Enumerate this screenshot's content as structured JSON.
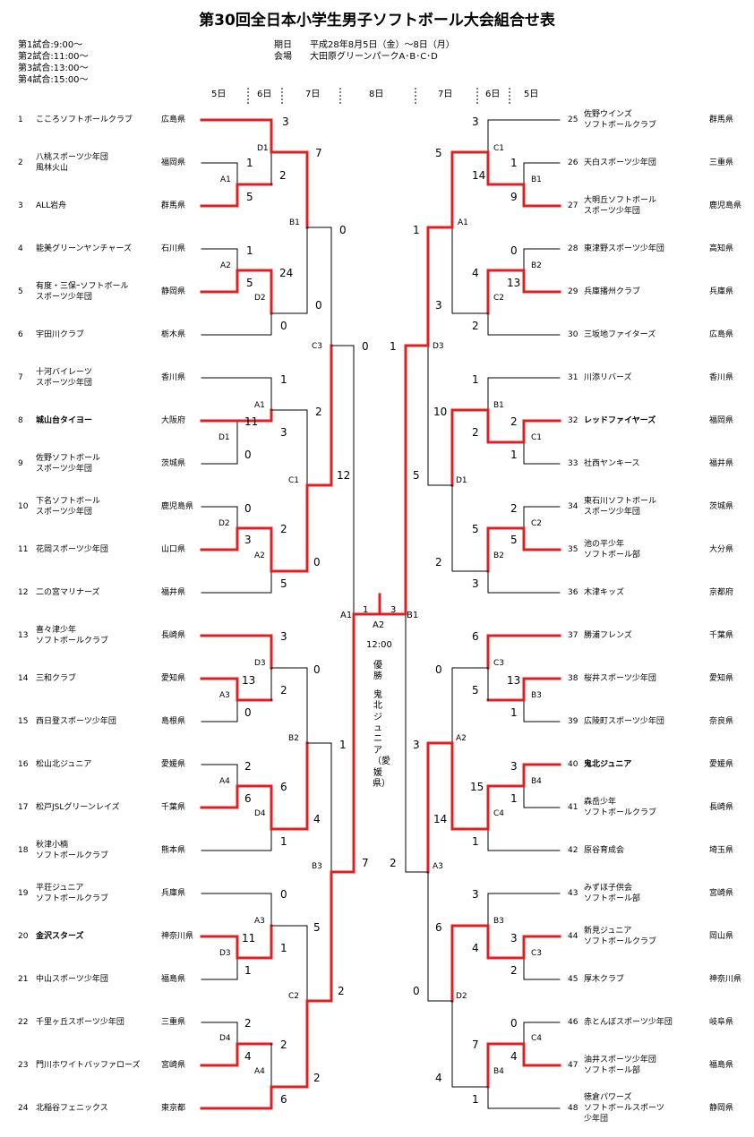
{
  "title": "第30回全日本小学生男子ソフトボール大会組合せ表",
  "schedule": [
    "第1試合:9:00～",
    "第2試合:11:00～",
    "第3試合:13:00～",
    "第4試合:15:00～"
  ],
  "period_label": "期日",
  "period_value": "平成28年8月5日（金）～8日（月）",
  "venue_label": "会場",
  "venue_value": "大田原グリーンパークA･B･C･D",
  "days": {
    "d5": "5日",
    "d6": "6日",
    "d7": "7日",
    "d8": "8日"
  },
  "final": {
    "time": "12:00",
    "win_label": "優勝",
    "win_team": "鬼北ジュニア（愛媛県）",
    "court": "A2",
    "score_left": "1",
    "score_right": "3",
    "left_court": "A1",
    "right_court": "B1"
  },
  "left_teams": [
    {
      "no": "1",
      "name": [
        "こころソフトボールクラブ"
      ],
      "pref": "広島県"
    },
    {
      "no": "2",
      "name": [
        "八桃スポーツ少年団",
        "風林火山"
      ],
      "pref": "福岡県"
    },
    {
      "no": "3",
      "name": [
        "ALL岩舟"
      ],
      "pref": "群馬県"
    },
    {
      "no": "4",
      "name": [
        "能美グリーンヤンチャーズ"
      ],
      "pref": "石川県"
    },
    {
      "no": "5",
      "name": [
        "有度・三保ｰソフトボール",
        "スポーツ少年団"
      ],
      "pref": "静岡県"
    },
    {
      "no": "6",
      "name": [
        "宇田川クラブ"
      ],
      "pref": "栃木県"
    },
    {
      "no": "7",
      "name": [
        "十河バイレーツ",
        "スポーツ少年団"
      ],
      "pref": "香川県"
    },
    {
      "no": "8",
      "name": [
        "城山台タイヨー"
      ],
      "pref": "大阪府",
      "bold": true
    },
    {
      "no": "9",
      "name": [
        "佐野ソフトボール",
        "スポーツ少年団"
      ],
      "pref": "茨城県"
    },
    {
      "no": "10",
      "name": [
        "下名ソフトボール",
        "スポーツ少年団"
      ],
      "pref": "鹿児島県"
    },
    {
      "no": "11",
      "name": [
        "花岡スポーツ少年団"
      ],
      "pref": "山口県"
    },
    {
      "no": "12",
      "name": [
        "二の宮マリナーズ"
      ],
      "pref": "福井県"
    },
    {
      "no": "13",
      "name": [
        "喜々津少年",
        "ソフトボールクラブ"
      ],
      "pref": "長崎県"
    },
    {
      "no": "14",
      "name": [
        "三和クラブ"
      ],
      "pref": "愛知県"
    },
    {
      "no": "15",
      "name": [
        "西日登スポーツ少年団"
      ],
      "pref": "島根県"
    },
    {
      "no": "16",
      "name": [
        "松山北ジュニア"
      ],
      "pref": "愛媛県"
    },
    {
      "no": "17",
      "name": [
        "松戸JSLグリーンレイズ"
      ],
      "pref": "千葉県"
    },
    {
      "no": "18",
      "name": [
        "秋津小楠",
        "ソフトボールクラブ"
      ],
      "pref": "熊本県"
    },
    {
      "no": "19",
      "name": [
        "平荘ジュニア",
        "ソフトボールクラブ"
      ],
      "pref": "兵庫県"
    },
    {
      "no": "20",
      "name": [
        "金沢スターズ"
      ],
      "pref": "神奈川県",
      "bold": true
    },
    {
      "no": "21",
      "name": [
        "中山スポーツ少年団"
      ],
      "pref": "福島県"
    },
    {
      "no": "22",
      "name": [
        "千里ヶ丘スポーツ少年団"
      ],
      "pref": "三重県"
    },
    {
      "no": "23",
      "name": [
        "門川ホワイトバッファローズ"
      ],
      "pref": "宮崎県"
    },
    {
      "no": "24",
      "name": [
        "北稲谷フェニックス"
      ],
      "pref": "東京都"
    }
  ],
  "right_teams": [
    {
      "no": "25",
      "name": [
        "佐野ウインズ",
        "ソフトボールクラブ"
      ],
      "pref": "群馬県"
    },
    {
      "no": "26",
      "name": [
        "天白スポーツ少年団"
      ],
      "pref": "三重県"
    },
    {
      "no": "27",
      "name": [
        "大明丘ソフトボール",
        "スポーツ少年団"
      ],
      "pref": "鹿児島県"
    },
    {
      "no": "28",
      "name": [
        "東津野スポーツ少年団"
      ],
      "pref": "高知県"
    },
    {
      "no": "29",
      "name": [
        "兵庫播州クラブ"
      ],
      "pref": "兵庫県"
    },
    {
      "no": "30",
      "name": [
        "三坂地ファイターズ"
      ],
      "pref": "広島県"
    },
    {
      "no": "31",
      "name": [
        "川添リバーズ"
      ],
      "pref": "香川県"
    },
    {
      "no": "32",
      "name": [
        "レッドファイヤーズ"
      ],
      "pref": "福岡県",
      "bold": true
    },
    {
      "no": "33",
      "name": [
        "社西ヤンキース"
      ],
      "pref": "福井県"
    },
    {
      "no": "34",
      "name": [
        "東石川ソフトボール",
        "スポーツ少年団"
      ],
      "pref": "茨城県"
    },
    {
      "no": "35",
      "name": [
        "池の平少年",
        "ソフトボール部"
      ],
      "pref": "大分県"
    },
    {
      "no": "36",
      "name": [
        "木津キッズ"
      ],
      "pref": "京都府"
    },
    {
      "no": "37",
      "name": [
        "勝浦フレンズ"
      ],
      "pref": "千葉県"
    },
    {
      "no": "38",
      "name": [
        "桜井スポーツ少年団"
      ],
      "pref": "愛知県"
    },
    {
      "no": "39",
      "name": [
        "広陵町スポーツ少年団"
      ],
      "pref": "奈良県"
    },
    {
      "no": "40",
      "name": [
        "鬼北ジュニア"
      ],
      "pref": "愛媛県",
      "bold": true
    },
    {
      "no": "41",
      "name": [
        "森岳少年",
        "ソフトボールクラブ"
      ],
      "pref": "長崎県"
    },
    {
      "no": "42",
      "name": [
        "原谷育成会"
      ],
      "pref": "埼玉県"
    },
    {
      "no": "43",
      "name": [
        "みずほ子供会",
        "ソフトボール部"
      ],
      "pref": "宮崎県"
    },
    {
      "no": "44",
      "name": [
        "新見ジュニア",
        "ソフトボールクラブ"
      ],
      "pref": "岡山県"
    },
    {
      "no": "45",
      "name": [
        "厚木クラブ"
      ],
      "pref": "神奈川県"
    },
    {
      "no": "46",
      "name": [
        "赤とんぼスポーツ少年団"
      ],
      "pref": "岐阜県"
    },
    {
      "no": "47",
      "name": [
        "油井スポーツ少年団",
        "ソフトボール部"
      ],
      "pref": "福島県"
    },
    {
      "no": "48",
      "name": [
        "徳倉パワーズ",
        "ソフトボールスポーツ",
        "少年団"
      ],
      "pref": "静岡県"
    }
  ],
  "colors": {
    "win": "#e02020",
    "line": "#000000"
  }
}
